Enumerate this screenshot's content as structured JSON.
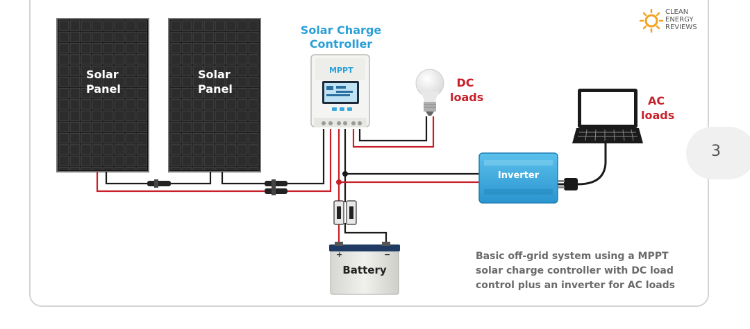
{
  "labels": {
    "panel_1": [
      "Solar",
      "Panel"
    ],
    "panel_2": [
      "Solar",
      "Panel"
    ],
    "controller_title": [
      "Solar Charge",
      "Controller"
    ],
    "mppt": "MPPT",
    "dc_loads": [
      "DC",
      "loads"
    ],
    "ac_loads": [
      "AC",
      "loads"
    ],
    "inverter": "Inverter",
    "battery": "Battery",
    "battery_plus": "+",
    "battery_minus": "−"
  },
  "caption": [
    "Basic off-grid system using a MPPT",
    "solar charge controller with DC load",
    "control plus an inverter for AC loads"
  ],
  "logo": [
    "CLEAN",
    "ENERGY",
    "REVIEWS"
  ],
  "page_number": "3",
  "colors": {
    "label_blue": "#2a9fd6",
    "label_red": "#c8202a",
    "wire_red": "#c8202a",
    "wire_black": "#1a1a1a",
    "inverter_blue": "#3aa8dc"
  }
}
